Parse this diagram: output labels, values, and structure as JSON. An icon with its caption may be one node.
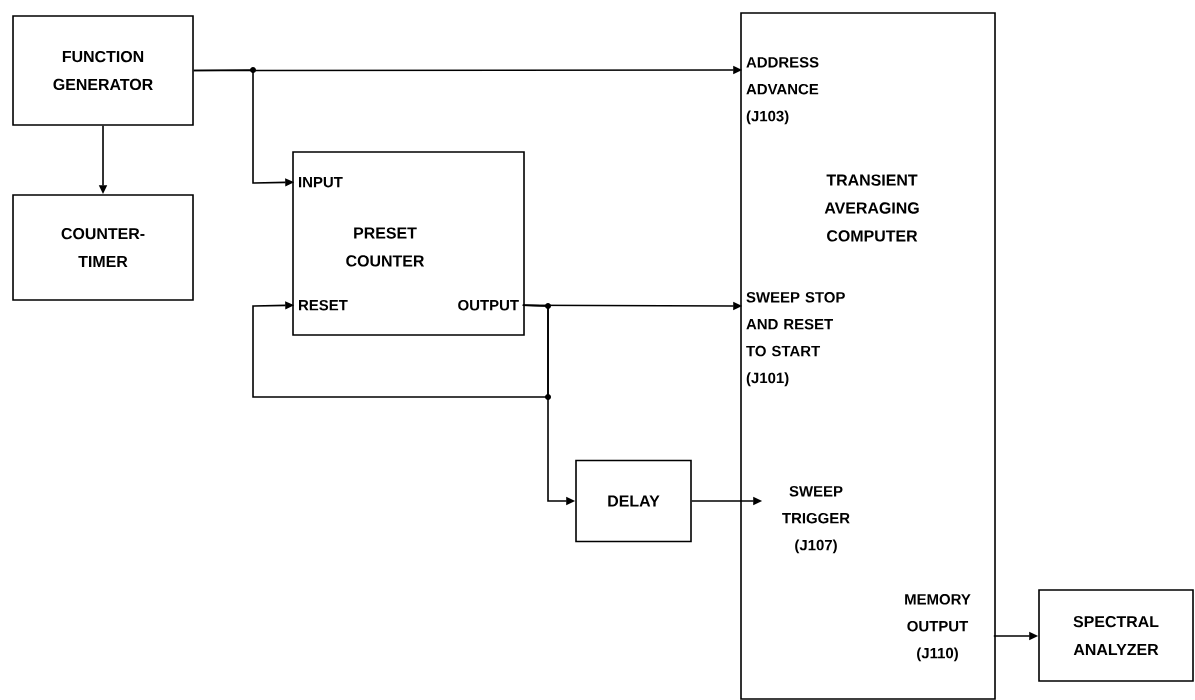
{
  "diagram": {
    "nodes": [
      {
        "text": [
          "FUNCTION GENERATOR"
        ]
      },
      {
        "text": [
          "COUNTER-TIMER"
        ]
      },
      {
        "text": [
          "PRESET COUNTER"
        ]
      },
      {
        "text": [
          "INPUT"
        ],
        "in": 2
      },
      {
        "text": [
          "RESET"
        ],
        "in": 2
      },
      {
        "text": [
          "OUTPUT"
        ],
        "in": 2
      },
      {
        "text": [
          "DELAY"
        ]
      },
      {
        "text": [
          "TRANSIENT AVERAGING COMPUTER"
        ]
      },
      {
        "text": [
          "ADDRESS ADVANCE (J103)"
        ],
        "in": 7
      },
      {
        "text": [
          "SWEEP STOP AND RESET TO START (J101)"
        ],
        "in": 7
      },
      {
        "text": [
          "SWEEP TRIGGER (J107)"
        ],
        "in": 7
      },
      {
        "text": [
          "MEMORY OUTPUT (J110)"
        ],
        "in": 7
      },
      {
        "text": [
          "SPECTRAL ANALYZER"
        ]
      }
    ],
    "edges": [
      {
        "from": 0,
        "to": 8,
        "arrow": "to"
      },
      {
        "from": 0,
        "to": 3,
        "arrow": "to"
      },
      {
        "from": 0,
        "to": 1,
        "arrow": "to"
      },
      {
        "from": 5,
        "to": 9,
        "arrow": "to"
      },
      {
        "from": 5,
        "to": 4,
        "arrow": "to"
      },
      {
        "from": 5,
        "to": 6,
        "arrow": "to"
      },
      {
        "from": 6,
        "to": 10,
        "arrow": "to"
      },
      {
        "from": 11,
        "to": 12,
        "arrow": "to"
      }
    ]
  }
}
